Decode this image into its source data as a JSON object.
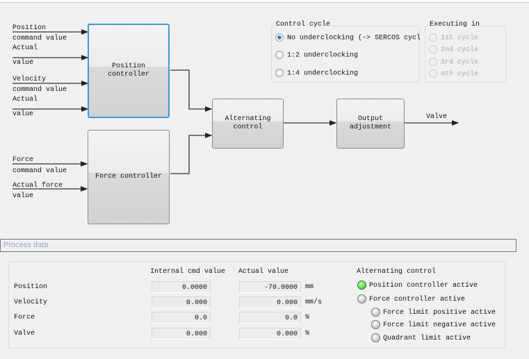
{
  "diagram": {
    "inputs": [
      {
        "line1": "Position",
        "line2": "command value"
      },
      {
        "line1": "Actual",
        "line2": "value"
      },
      {
        "line1": "Velocity",
        "line2": "command value"
      },
      {
        "line1": "Actual",
        "line2": "value"
      },
      {
        "line1": "Force",
        "line2": "command value"
      },
      {
        "line1": "Actual force",
        "line2": "value"
      }
    ],
    "position_controller": "Position controller",
    "force_controller": "Force controller",
    "alternating_control": "Alternating control",
    "output_adjustment": "Output adjustment",
    "output_label": "Valve"
  },
  "control_cycle": {
    "title": "Control cycle",
    "options": [
      "No underclocking (-> SERCOS cycl",
      "1:2 underclocking",
      "1:4 underclocking"
    ],
    "selected": 0
  },
  "executing_in": {
    "title": "Executing in",
    "options": [
      "1st cycle",
      "2nd cycle",
      "3rd cycle",
      "4th cycle"
    ],
    "enabled": false
  },
  "process_data": {
    "title": "Process data",
    "headers": [
      "Internal cmd value",
      "Actual value"
    ],
    "rows": [
      {
        "label": "Position",
        "cmd": "0.0000",
        "actual": "-70.0000",
        "unit": "mm"
      },
      {
        "label": "Velocity",
        "cmd": "0.000",
        "actual": "0.000",
        "unit": "mm/s"
      },
      {
        "label": "Force",
        "cmd": "0.0",
        "actual": "0.0",
        "unit": "%"
      },
      {
        "label": "Valve",
        "cmd": "0.000",
        "actual": "0.000",
        "unit": "%"
      }
    ],
    "alternating": {
      "title": "Alternating control",
      "items": [
        {
          "label": "Position controller active",
          "active": true
        },
        {
          "label": "Force controller active",
          "active": false
        },
        {
          "label": "Force limit positive active",
          "active": false
        },
        {
          "label": "Force limit negative active",
          "active": false
        },
        {
          "label": "Quadrant limit active",
          "active": false
        }
      ]
    }
  },
  "colors": {
    "selected_border": "#3a9ad8",
    "led_on": "#2cb82c",
    "section_title": "#8fa8c8"
  }
}
